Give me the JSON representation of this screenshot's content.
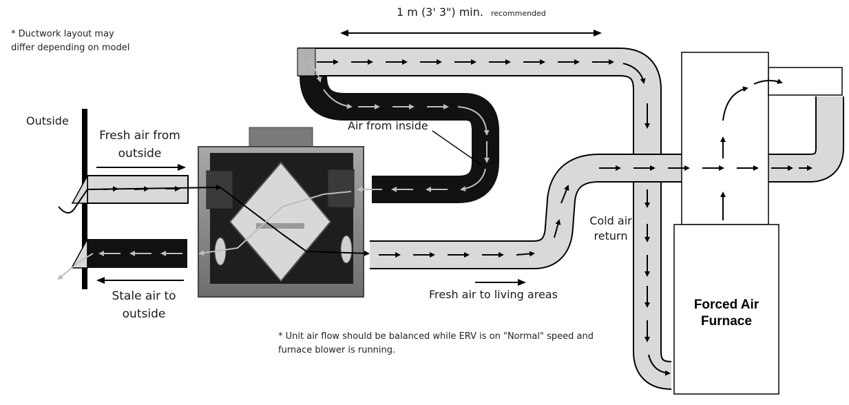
{
  "notes": {
    "ductwork": "* Ductwork layout may differ depending on model",
    "ductwork_line1": "* Ductwork layout may",
    "ductwork_line2": "differ depending on model",
    "balance_line1": "* Unit air flow should be balanced while ERV is on \"Normal\" speed and",
    "balance_line2": "furnace blower is running."
  },
  "dimension": {
    "main": "1 m (3' 3\") min.",
    "sub": "recommended"
  },
  "labels": {
    "outside": "Outside",
    "fresh_air_from_outside_1": "Fresh air from",
    "fresh_air_from_outside_2": "outside",
    "stale_air_to_outside_1": "Stale air to",
    "stale_air_to_outside_2": "outside",
    "air_from_inside": "Air from inside",
    "cold_air_return_1": "Cold air",
    "cold_air_return_2": "return",
    "fresh_air_to_living": "Fresh air to living areas",
    "furnace_1": "Forced Air",
    "furnace_2": "Furnace"
  },
  "colors": {
    "duct_light": "#d9d9d9",
    "duct_dark": "#111111",
    "unit_body": "#8a8a8a",
    "arrow_black": "#000000",
    "arrow_gray": "#bdbdbd"
  }
}
